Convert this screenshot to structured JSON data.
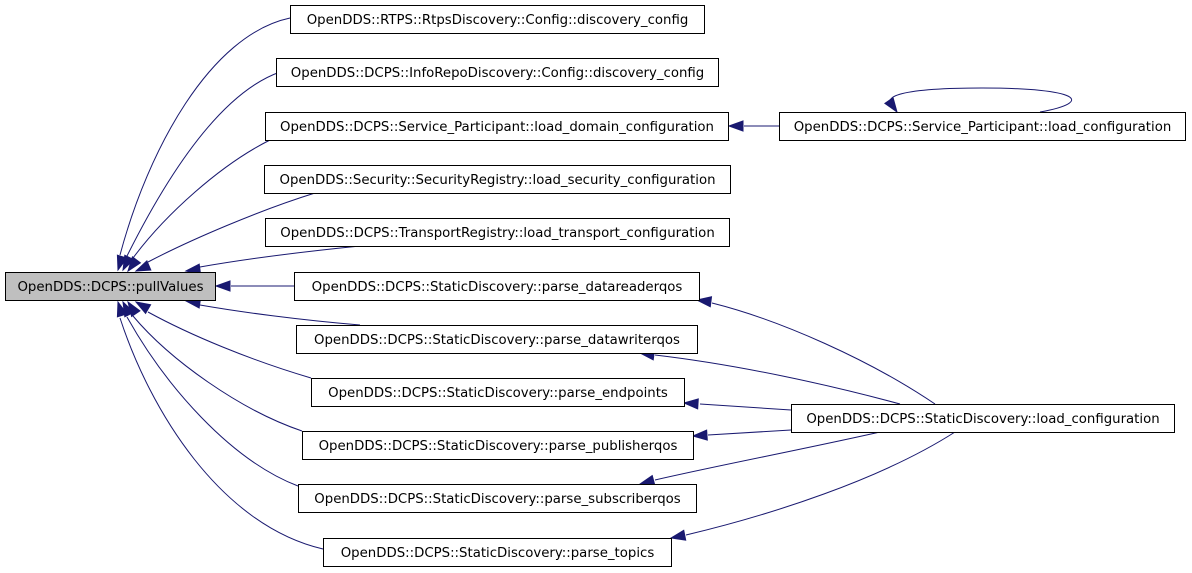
{
  "diagram": {
    "nodes": [
      {
        "id": "pullValues",
        "label": "OpenDDS::DCPS::pullValues"
      },
      {
        "id": "rtps_config",
        "label": "OpenDDS::RTPS::RtpsDiscovery::Config::discovery_config"
      },
      {
        "id": "inforepo_config",
        "label": "OpenDDS::DCPS::InfoRepoDiscovery::Config::discovery_config"
      },
      {
        "id": "sp_load_domain",
        "label": "OpenDDS::DCPS::Service_Participant::load_domain_configuration"
      },
      {
        "id": "sp_load_config",
        "label": "OpenDDS::DCPS::Service_Participant::load_configuration"
      },
      {
        "id": "sec_load",
        "label": "OpenDDS::Security::SecurityRegistry::load_security_configuration"
      },
      {
        "id": "tr_load",
        "label": "OpenDDS::DCPS::TransportRegistry::load_transport_configuration"
      },
      {
        "id": "sd_dr_qos",
        "label": "OpenDDS::DCPS::StaticDiscovery::parse_datareaderqos"
      },
      {
        "id": "sd_dw_qos",
        "label": "OpenDDS::DCPS::StaticDiscovery::parse_datawriterqos"
      },
      {
        "id": "sd_endpoints",
        "label": "OpenDDS::DCPS::StaticDiscovery::parse_endpoints"
      },
      {
        "id": "sd_pub_qos",
        "label": "OpenDDS::DCPS::StaticDiscovery::parse_publisherqos"
      },
      {
        "id": "sd_sub_qos",
        "label": "OpenDDS::DCPS::StaticDiscovery::parse_subscriberqos"
      },
      {
        "id": "sd_topics",
        "label": "OpenDDS::DCPS::StaticDiscovery::parse_topics"
      },
      {
        "id": "sd_load_config",
        "label": "OpenDDS::DCPS::StaticDiscovery::load_configuration"
      }
    ],
    "edges": [
      {
        "from": "rtps_config",
        "to": "pullValues"
      },
      {
        "from": "inforepo_config",
        "to": "pullValues"
      },
      {
        "from": "sp_load_domain",
        "to": "pullValues"
      },
      {
        "from": "sec_load",
        "to": "pullValues"
      },
      {
        "from": "tr_load",
        "to": "pullValues"
      },
      {
        "from": "sd_dr_qos",
        "to": "pullValues"
      },
      {
        "from": "sd_dw_qos",
        "to": "pullValues"
      },
      {
        "from": "sd_endpoints",
        "to": "pullValues"
      },
      {
        "from": "sd_pub_qos",
        "to": "pullValues"
      },
      {
        "from": "sd_sub_qos",
        "to": "pullValues"
      },
      {
        "from": "sd_topics",
        "to": "pullValues"
      },
      {
        "from": "sp_load_config",
        "to": "sp_load_domain"
      },
      {
        "from": "sp_load_config",
        "to": "sp_load_config"
      },
      {
        "from": "sd_load_config",
        "to": "sd_dr_qos"
      },
      {
        "from": "sd_load_config",
        "to": "sd_dw_qos"
      },
      {
        "from": "sd_load_config",
        "to": "sd_endpoints"
      },
      {
        "from": "sd_load_config",
        "to": "sd_pub_qos"
      },
      {
        "from": "sd_load_config",
        "to": "sd_sub_qos"
      },
      {
        "from": "sd_load_config",
        "to": "sd_topics"
      }
    ],
    "colors": {
      "edge": "#191970",
      "focus_fill": "#bfbfbf",
      "node_fill": "#ffffff",
      "node_stroke": "#000000"
    }
  }
}
